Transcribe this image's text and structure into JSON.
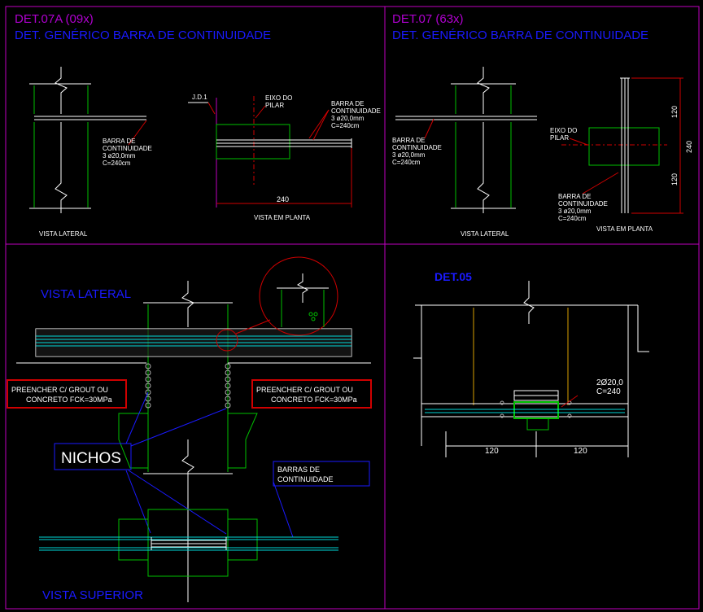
{
  "colors": {
    "background": "#000000",
    "frame": "#c000c0",
    "title_magenta": "#b000d0",
    "title_blue": "#1a1aff",
    "green": "#00c000",
    "white": "#ffffff",
    "red": "#d00000",
    "cyan": "#00d8d8",
    "yellow": "#d8a000",
    "blue": "#1a1aff"
  },
  "panel1": {
    "title1": "DET.07A (09x)",
    "title2": "DET. GENÉRICO BARRA DE CONTINUIDADE",
    "barra_l1": "BARRA DE",
    "barra_l2": "CONTINUIDADE",
    "barra_l3": "3  ø20,0mm",
    "barra_l4": "C=240cm",
    "jd": "J.D.1",
    "eixo_l1": "EIXO  DO",
    "eixo_l2": "PILAR",
    "barra2_l1": "BARRA DE",
    "barra2_l2": "CONTINUIDADE",
    "barra2_l3": "3  ø20,0mm",
    "barra2_l4": "C=240cm",
    "dim": "240",
    "vista_lateral": "VISTA LATERAL",
    "vista_planta": "VISTA EM PLANTA"
  },
  "panel2": {
    "title1": "DET.07 (63x)",
    "title2": "DET. GENÉRICO BARRA DE CONTINUIDADE",
    "barra_l1": "BARRA DE",
    "barra_l2": "CONTINUIDADE",
    "barra_l3": "3  ø20,0mm",
    "barra_l4": "C=240cm",
    "eixo_l1": "EIXO  DO",
    "eixo_l2": "PILAR",
    "barra2_l1": "BARRA DE",
    "barra2_l2": "CONTINUIDADE",
    "barra2_l3": "3  ø20,0mm",
    "barra2_l4": "C=240cm",
    "dim_top": "120",
    "dim_total": "240",
    "dim_bottom": "120",
    "vista_lateral": "VISTA LATERAL",
    "vista_planta": "VISTA EM PLANTA"
  },
  "panel3": {
    "vista_lateral": "VISTA LATERAL",
    "grout_left_l1": "PREENCHER C/ GROUT OU",
    "grout_left_l2": "CONCRETO FCK=30MPa",
    "grout_right_l1": "PREENCHER C/ GROUT OU",
    "grout_right_l2": "CONCRETO FCK=30MPa",
    "nichos": "NICHOS",
    "barras_l1": "BARRAS DE",
    "barras_l2": "CONTINUIDADE",
    "vista_superior": "VISTA SUPERIOR"
  },
  "panel4": {
    "title": "DET.05",
    "bar_l1": "2Ø20,0",
    "bar_l2": "C=240",
    "dim_left": "120",
    "dim_right": "120"
  }
}
